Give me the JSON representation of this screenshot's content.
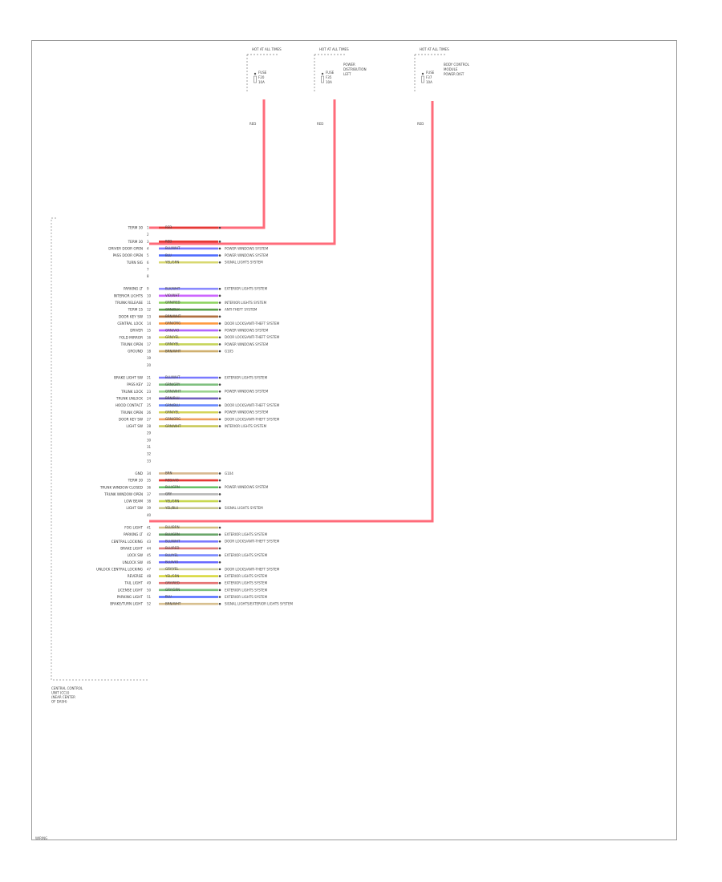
{
  "diagram": {
    "fuses": [
      {
        "header": "HOT AT ALL TIMES",
        "lines": [
          "FUSE",
          "F20",
          "10A"
        ],
        "desc": [],
        "wire_color": "RED",
        "wire_code": ""
      },
      {
        "header": "HOT AT ALL TIMES",
        "lines": [
          "FUSE",
          "F35",
          "10A"
        ],
        "desc": [
          "POWER",
          "DISTRIBUTION",
          "LEFT"
        ],
        "wire_color": "RED",
        "wire_code": ""
      },
      {
        "header": "HOT AT ALL TIMES",
        "lines": [
          "FUSE",
          "F37",
          "10A"
        ],
        "desc": [
          "BODY CONTROL",
          "MODULE",
          "POWER DIST"
        ],
        "wire_color": "RED",
        "wire_code": ""
      }
    ],
    "pin_groups": [
      {
        "pins": [
          {
            "label": "TERM 30",
            "num": "1",
            "wire": "RED",
            "color": "#e53935",
            "dest": ""
          },
          {
            "label": "",
            "num": "2",
            "wire": "",
            "color": "",
            "dest": ""
          },
          {
            "label": "TERM 30",
            "num": "3",
            "wire": "RED",
            "color": "#e53935",
            "dest": ""
          },
          {
            "label": "DRIVER DOOR OPEN",
            "num": "4",
            "wire": "BLU/WHT",
            "color": "#7a7aff",
            "dest": "POWER WINDOWS SYSTEM"
          },
          {
            "label": "PASS DOOR OPEN",
            "num": "5",
            "wire": "BLU",
            "color": "#4f6bff",
            "dest": "POWER WINDOWS SYSTEM"
          },
          {
            "label": "TURN SIG",
            "num": "6",
            "wire": "YEL/GRN",
            "color": "#d8d870",
            "dest": "SIGNAL LIGHTS SYSTEM"
          },
          {
            "label": "",
            "num": "7",
            "wire": "",
            "color": "",
            "dest": ""
          },
          {
            "label": "",
            "num": "8",
            "wire": "",
            "color": "",
            "dest": ""
          }
        ]
      },
      {
        "pins": [
          {
            "label": "PARKING LT",
            "num": "9",
            "wire": "BLK/WHT",
            "color": "#8a8aff",
            "dest": "EXTERIOR LIGHTS SYSTEM"
          },
          {
            "label": "INTERIOR LIGHTS",
            "num": "10",
            "wire": "VIO/WHT",
            "color": "#cc66ff",
            "dest": ""
          },
          {
            "label": "TRUNK RELEASE",
            "num": "11",
            "wire": "GRN/RED",
            "color": "#8bd35e",
            "dest": "INTERIOR LIGHTS SYSTEM"
          },
          {
            "label": "TERM 15",
            "num": "12",
            "wire": "GRN/BLK",
            "color": "#5aa04a",
            "dest": "ANTI-THEFT SYSTEM"
          },
          {
            "label": "DOOR KEY SW",
            "num": "13",
            "wire": "BRN/WHT",
            "color": "#b07040",
            "dest": ""
          },
          {
            "label": "CENTRAL LOCK",
            "num": "14",
            "wire": "GRN/ORG",
            "color": "#ff9a40",
            "dest": "DOOR LOCKS/ANTI-THEFT SYSTEM"
          },
          {
            "label": "DRIVER",
            "num": "15",
            "wire": "GRN/VIO",
            "color": "#b266ff",
            "dest": "POWER WINDOWS SYSTEM"
          },
          {
            "label": "FOLD MIRROR",
            "num": "16",
            "wire": "GRN/YEL",
            "color": "#d4d45a",
            "dest": "DOOR LOCKS/ANTI-THEFT SYSTEM"
          },
          {
            "label": "TRUNK OPEN",
            "num": "17",
            "wire": "GRN/YEL",
            "color": "#c6d45a",
            "dest": "POWER WINDOWS SYSTEM"
          },
          {
            "label": "GROUND",
            "num": "18",
            "wire": "BRN/WHT",
            "color": "#d0b070",
            "dest": "G105"
          },
          {
            "label": "",
            "num": "19",
            "wire": "",
            "color": "",
            "dest": ""
          },
          {
            "label": "",
            "num": "20",
            "wire": "",
            "color": "",
            "dest": ""
          }
        ]
      },
      {
        "pins": [
          {
            "label": "BRAKE LIGHT SW",
            "num": "21",
            "wire": "BLU/WHT",
            "color": "#7a7aff",
            "dest": "EXTERIOR LIGHTS SYSTEM"
          },
          {
            "label": "PASS KEY",
            "num": "22",
            "wire": "GRN/GRY",
            "color": "#80c080",
            "dest": ""
          },
          {
            "label": "TRUNK LOCK",
            "num": "23",
            "wire": "GRN/WHT",
            "color": "#9bd38e",
            "dest": "POWER WINDOWS SYSTEM"
          },
          {
            "label": "TRUNK UNLOCK",
            "num": "24",
            "wire": "BRN/BLU",
            "color": "#7060c0",
            "dest": ""
          },
          {
            "label": "HOOD CONTACT",
            "num": "25",
            "wire": "GRN/BLU",
            "color": "#6a8aff",
            "dest": "DOOR LOCKS/ANTI-THEFT SYSTEM"
          },
          {
            "label": "TRUNK OPEN",
            "num": "26",
            "wire": "GRN/YEL",
            "color": "#d4d45a",
            "dest": "POWER WINDOWS SYSTEM"
          },
          {
            "label": "DOOR KEY SW",
            "num": "27",
            "wire": "GRN/ORG",
            "color": "#f0a060",
            "dest": "DOOR LOCKS/ANTI-THEFT SYSTEM"
          },
          {
            "label": "LIGHT SW",
            "num": "28",
            "wire": "GRN/WHT",
            "color": "#c9c95a",
            "dest": "INTERIOR LIGHTS SYSTEM"
          },
          {
            "label": "",
            "num": "29",
            "wire": "",
            "color": "",
            "dest": ""
          },
          {
            "label": "",
            "num": "30",
            "wire": "",
            "color": "",
            "dest": ""
          },
          {
            "label": "",
            "num": "31",
            "wire": "",
            "color": "",
            "dest": ""
          },
          {
            "label": "",
            "num": "32",
            "wire": "",
            "color": "",
            "dest": ""
          },
          {
            "label": "",
            "num": "33",
            "wire": "",
            "color": "",
            "dest": ""
          }
        ]
      },
      {
        "pins": [
          {
            "label": "GND",
            "num": "34",
            "wire": "BRN",
            "color": "#d8b890",
            "dest": "G104"
          },
          {
            "label": "TERM 30",
            "num": "35",
            "wire": "RED/VIO",
            "color": "#e53935",
            "dest": ""
          },
          {
            "label": "TRUNK WINDOW CLOSED",
            "num": "36",
            "wire": "BLU/GRN",
            "color": "#66c266",
            "dest": "POWER WINDOWS SYSTEM"
          },
          {
            "label": "TRUNK WINDOW OPEN",
            "num": "37",
            "wire": "GRY",
            "color": "#b8b8b8",
            "dest": ""
          },
          {
            "label": "LOW BEAM",
            "num": "38",
            "wire": "YEL/GRN",
            "color": "#c8d850",
            "dest": ""
          },
          {
            "label": "LIGHT SW",
            "num": "39",
            "wire": "YEL/BLU",
            "color": "#c8c890",
            "dest": "SIGNAL LIGHTS SYSTEM"
          },
          {
            "label": "",
            "num": "40",
            "wire": "",
            "color": "",
            "dest": ""
          }
        ]
      },
      {
        "pins": [
          {
            "label": "FOG LIGHT",
            "num": "41",
            "wire": "BLU/BRN",
            "color": "#d0c080",
            "dest": ""
          },
          {
            "label": "PARKING LT",
            "num": "42",
            "wire": "BLU/GRN",
            "color": "#6aa66a",
            "dest": "EXTERIOR LIGHTS SYSTEM"
          },
          {
            "label": "CENTRAL LOCKING",
            "num": "43",
            "wire": "BLU/WHT",
            "color": "#7a7aff",
            "dest": "DOOR LOCKS/ANTI-THEFT SYSTEM"
          },
          {
            "label": "BRAKE LIGHT",
            "num": "44",
            "wire": "BLU/RED",
            "color": "#e07a7a",
            "dest": ""
          },
          {
            "label": "LOCK SW",
            "num": "45",
            "wire": "BLU/YEL",
            "color": "#7a8aff",
            "dest": "EXTERIOR LIGHTS SYSTEM"
          },
          {
            "label": "UNLOCK SW",
            "num": "46",
            "wire": "BLU/VIO",
            "color": "#6a6aff",
            "dest": ""
          },
          {
            "label": "UNLOCK CENTRAL LOCKING",
            "num": "47",
            "wire": "GRY/YEL",
            "color": "#d0d0a0",
            "dest": "DOOR LOCKS/ANTI-THEFT SYSTEM"
          },
          {
            "label": "REVERSE",
            "num": "48",
            "wire": "YEL/GRN",
            "color": "#d8d840",
            "dest": "EXTERIOR LIGHTS SYSTEM"
          },
          {
            "label": "TAIL LIGHT",
            "num": "49",
            "wire": "GRY/RED",
            "color": "#e57373",
            "dest": "EXTERIOR LIGHTS SYSTEM"
          },
          {
            "label": "LICENSE LIGHT",
            "num": "50",
            "wire": "GRY/GRN",
            "color": "#7ac07a",
            "dest": "EXTERIOR LIGHTS SYSTEM"
          },
          {
            "label": "PARKING LIGHT",
            "num": "51",
            "wire": "BLU",
            "color": "#4f6bff",
            "dest": "EXTERIOR LIGHTS SYSTEM"
          },
          {
            "label": "BRAKE/TURN LIGHT",
            "num": "52",
            "wire": "BRN/WHT",
            "color": "#d8c090",
            "dest": "SIGNAL LIGHTS/EXTERIOR LIGHTS SYSTEM"
          }
        ]
      }
    ],
    "module_caption": [
      "CENTRAL CONTROL",
      "UNIT (CCU)",
      "(NEAR CENTER",
      "OF DASH)"
    ],
    "footer": "WIRING"
  },
  "colors": {
    "power_wire": "#ff6b7a",
    "frame": "#9a9a9a",
    "text": "#333333"
  }
}
